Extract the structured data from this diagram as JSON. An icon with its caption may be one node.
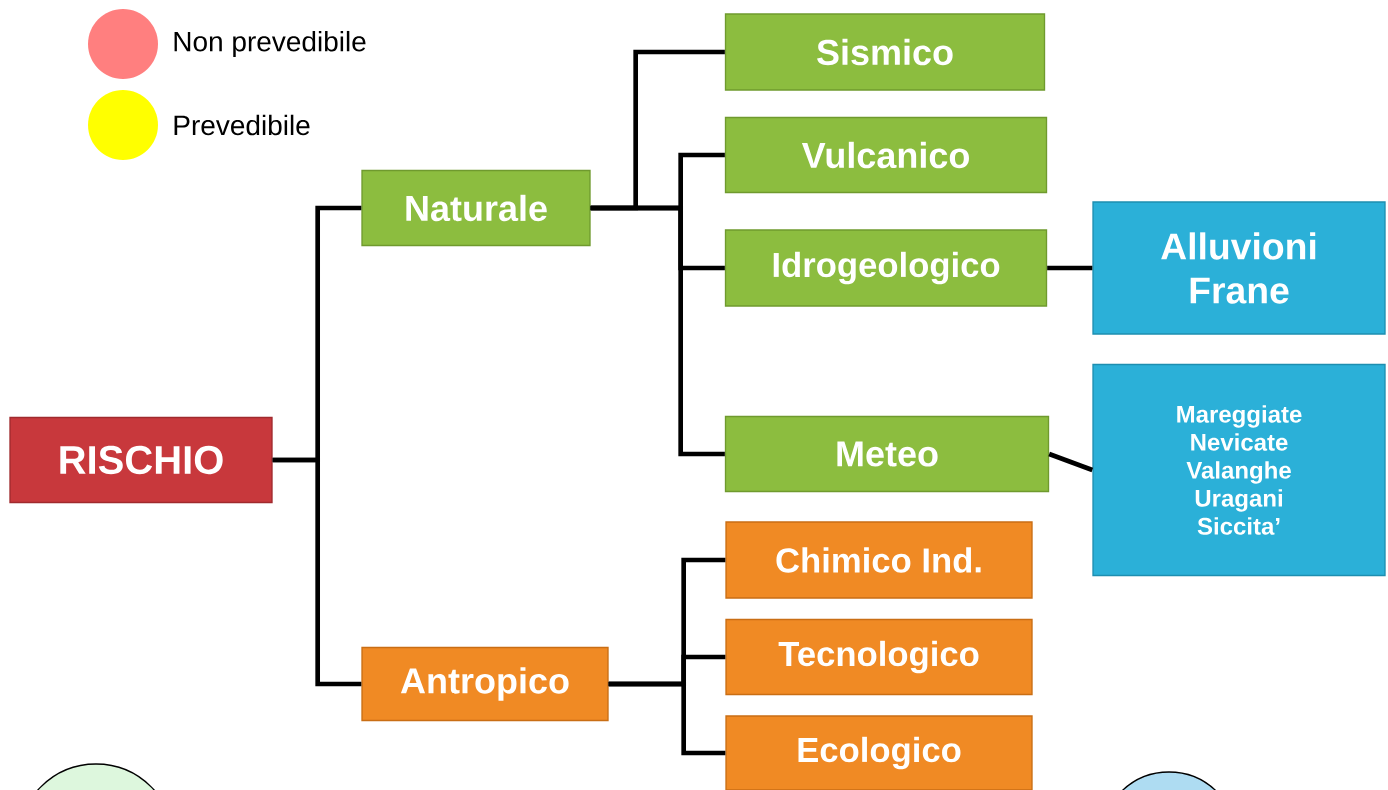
{
  "diagram": {
    "nodes": [
      {
        "text": [
          "RISCHIO"
        ]
      },
      {
        "text": [
          "Naturale"
        ]
      },
      {
        "text": [
          "Antropico"
        ]
      },
      {
        "text": [
          "Sismico"
        ]
      },
      {
        "text": [
          "Vulcanico"
        ]
      },
      {
        "text": [
          "Idrogeologico"
        ]
      },
      {
        "text": [
          "Meteo"
        ]
      },
      {
        "text": [
          "Alluvioni Frane"
        ]
      },
      {
        "text": [
          "Mareggiate Nevicate Valanghe Uragani Siccita’"
        ]
      },
      {
        "text": [
          "Chimico Ind."
        ]
      },
      {
        "text": [
          "Tecnologico"
        ]
      },
      {
        "text": [
          "Ecologico"
        ]
      },
      {
        "text": [],
        "shape": "circle"
      },
      {
        "text": [],
        "shape": "circle"
      }
    ],
    "edges": [
      {
        "from": 0,
        "to": 1,
        "arrow": "none"
      },
      {
        "from": 0,
        "to": 2,
        "arrow": "none"
      },
      {
        "from": 1,
        "to": 3,
        "arrow": "none"
      },
      {
        "from": 1,
        "to": 4,
        "arrow": "none"
      },
      {
        "from": 1,
        "to": 5,
        "arrow": "none"
      },
      {
        "from": 1,
        "to": 6,
        "arrow": "none"
      },
      {
        "from": 5,
        "to": 7,
        "arrow": "none"
      },
      {
        "from": 6,
        "to": 8,
        "arrow": "none"
      },
      {
        "from": 2,
        "to": 9,
        "arrow": "none"
      },
      {
        "from": 2,
        "to": 10,
        "arrow": "none"
      },
      {
        "from": 2,
        "to": 11,
        "arrow": "none"
      }
    ],
    "legend": [
      {
        "text": "Non prevedibile",
        "color": "#ff7f7f"
      },
      {
        "text": "Prevedibile",
        "color": "#ffff00"
      }
    ]
  }
}
